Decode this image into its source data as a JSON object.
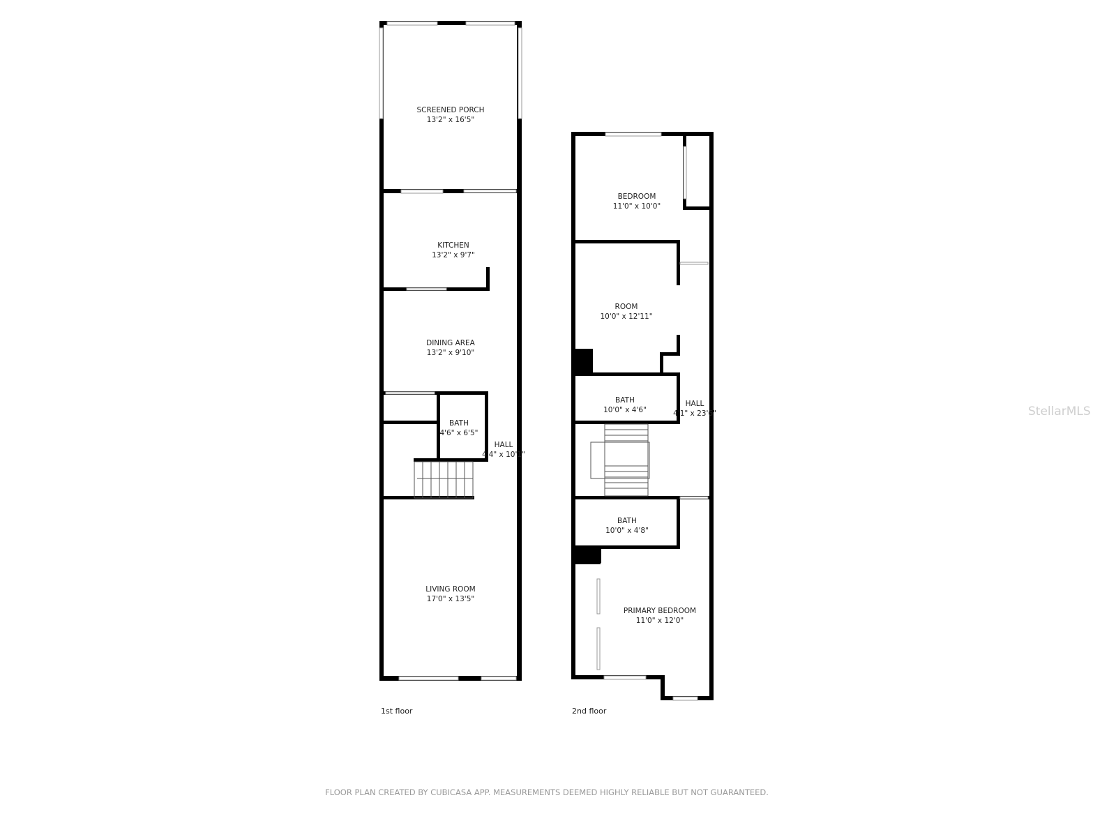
{
  "floors": [
    {
      "label": "1st floor",
      "rooms": [
        {
          "name": "SCREENED PORCH",
          "size": "13'2\" x 16'5\""
        },
        {
          "name": "KITCHEN",
          "size": "13'2\" x 9'7\""
        },
        {
          "name": "DINING AREA",
          "size": "13'2\" x 9'10\""
        },
        {
          "name": "BATH",
          "size": "4'6\" x 6'5\""
        },
        {
          "name": "HALL",
          "size": "4'4\" x 10'1\""
        },
        {
          "name": "LIVING ROOM",
          "size": "17'0\" x 13'5\""
        }
      ]
    },
    {
      "label": "2nd floor",
      "rooms": [
        {
          "name": "BEDROOM",
          "size": "11'0\" x 10'0\""
        },
        {
          "name": "ROOM",
          "size": "10'0\" x 12'11\""
        },
        {
          "name": "BATH",
          "size": "10'0\" x 4'6\""
        },
        {
          "name": "HALL",
          "size": "4'1\" x 23'6\""
        },
        {
          "name": "BATH",
          "size": "10'0\" x 4'8\""
        },
        {
          "name": "PRIMARY BEDROOM",
          "size": "11'0\" x 12'0\""
        }
      ]
    }
  ],
  "watermark": "StellarMLS",
  "footer": "FLOOR PLAN CREATED BY CUBICASA APP. MEASUREMENTS DEEMED HIGHLY RELIABLE BUT NOT GUARANTEED."
}
